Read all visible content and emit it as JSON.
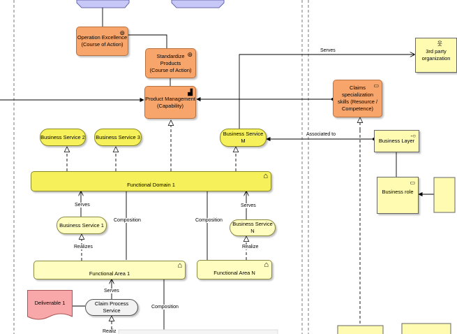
{
  "nodes": {
    "operation_excellence": "Operation Excellence\n(Course of Action)",
    "standardize_products": "Standardize Products\n(Course of Action)",
    "product_management": "Product Management\n(Capability)",
    "claims_specialization": "Claims specialization\nskills (Resource /\nCompetence)",
    "third_party": "3rd party\norganization",
    "business_service_2": "Business Service 2",
    "business_service_3": "Business Service 3",
    "business_service_m": "Business Service M",
    "business_layer": "Business Layer",
    "functional_domain_1": "Functional Domain 1",
    "business_role": "Business role",
    "business_service_1": "Business Service 1",
    "business_service_n": "Business Service N",
    "functional_area_1": "Functional Area 1",
    "functional_area_n": "Functional Area N",
    "deliverable_1": "Deliverable 1",
    "claim_process_service": "Claim Process Service"
  },
  "edge_labels": {
    "serves_top": "Serves",
    "associated_to": "Associated to",
    "serves_bs1": "Serves",
    "composition_left": "Composition",
    "composition_mid": "Composition",
    "serves_bsn": "Serves",
    "realizes_bs1": "Realizes",
    "realize_bsn": "Realize",
    "serves_cps": "Serves",
    "composition_bottom": "Composition",
    "realiz_cut": "Realiz"
  },
  "colors": {
    "orange": "#f7a56b",
    "yellow": "#f6f05a",
    "pale_yellow": "#fffdc0",
    "lavender": "#c8c8f8",
    "deliverable_pink": "#f8a8a8"
  }
}
